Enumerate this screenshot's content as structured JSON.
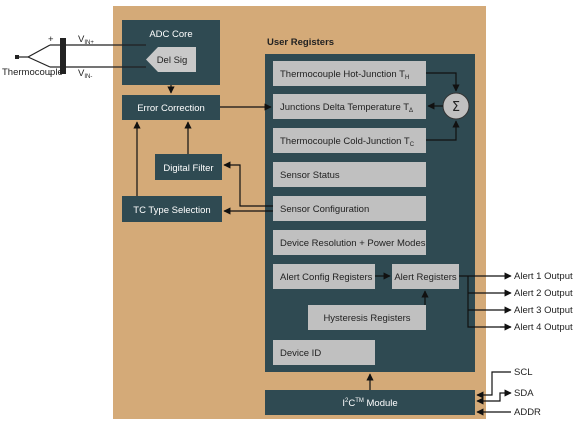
{
  "blocks": {
    "adc_core": "ADC Core",
    "del_sig": "Del Sig",
    "error_correction": "Error Correction",
    "digital_filter": "Digital Filter",
    "tc_type_selection": "TC Type Selection",
    "i2c_module_prefix": "I",
    "i2c_module_sup": "2",
    "i2c_module_mid": "C",
    "i2c_module_tm": "TM",
    "i2c_module_suffix": " Module"
  },
  "user_registers": {
    "title": "User Registers",
    "hot_junction": "Thermocouple Hot-Junction T",
    "hot_junction_sub": "H",
    "delta_temp": "Junctions Delta Temperature T",
    "delta_temp_sub": "Δ",
    "cold_junction": "Thermocouple Cold-Junction T",
    "cold_junction_sub": "C",
    "sigma": "Σ",
    "sensor_status": "Sensor Status",
    "sensor_configuration": "Sensor Configuration",
    "device_resolution": "Device Resolution + Power Modes",
    "alert_config": "Alert Config Registers",
    "alert_registers": "Alert Registers",
    "hysteresis": "Hysteresis Registers",
    "device_id": "Device ID"
  },
  "inputs": {
    "thermocouple": "Thermocouple",
    "plus": "+",
    "minus": "-",
    "vin": "V",
    "vin_plus_sub": "IN+",
    "vin_minus_sub": "IN-"
  },
  "outputs": {
    "alert1": "Alert 1 Output",
    "alert2": "Alert 2 Output",
    "alert3": "Alert 3 Output",
    "alert4": "Alert 4 Output",
    "scl": "SCL",
    "sda": "SDA",
    "addr": "ADDR"
  }
}
